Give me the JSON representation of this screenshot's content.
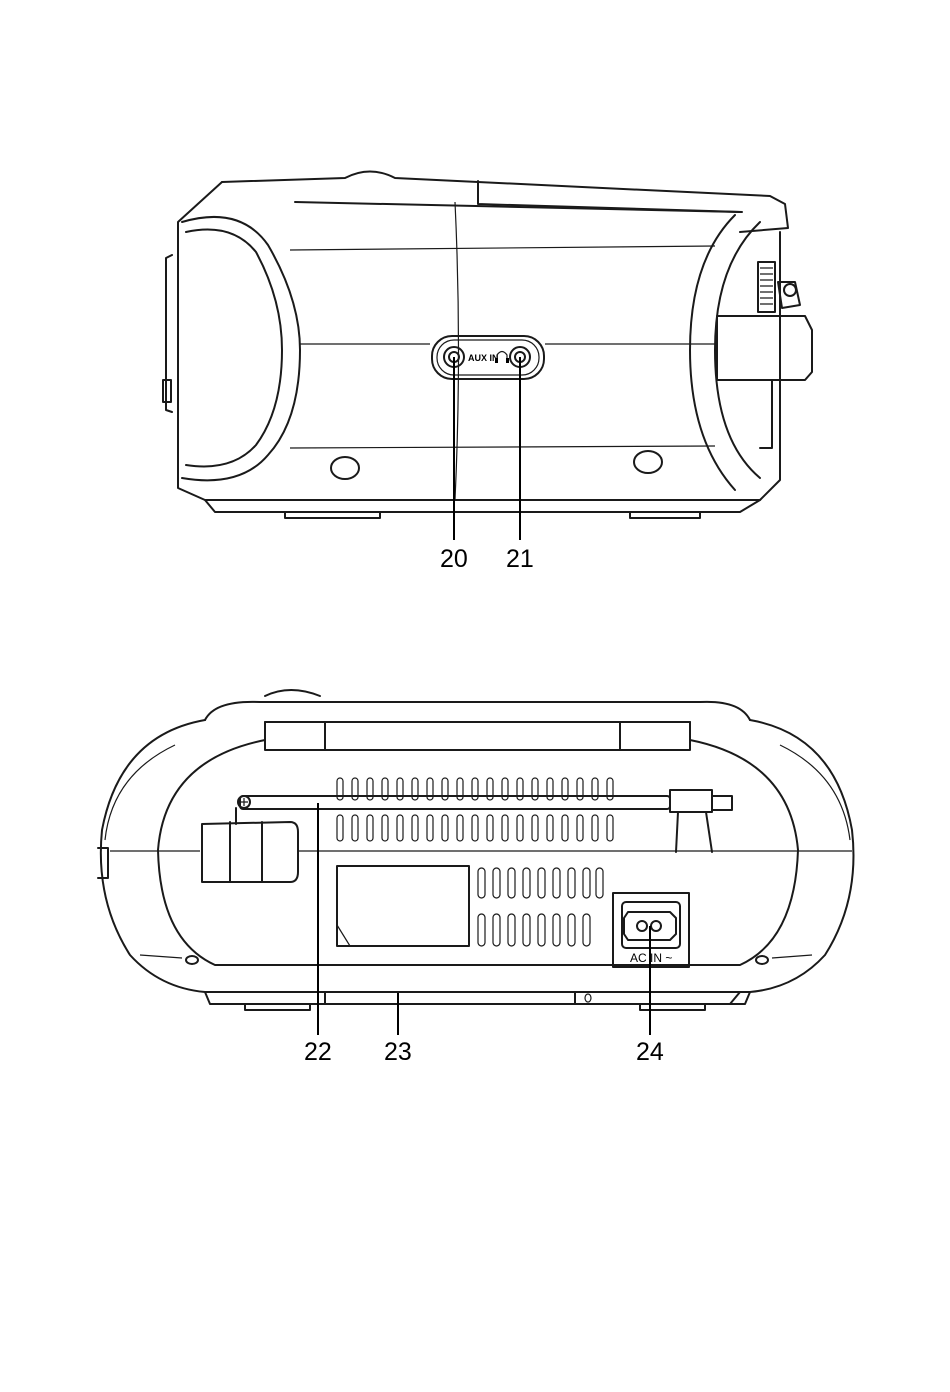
{
  "side_view": {
    "jack_labels": {
      "aux_in": "AUX IN",
      "headphone_symbol": "🎧"
    },
    "callouts": [
      {
        "number": "20"
      },
      {
        "number": "21"
      }
    ]
  },
  "rear_view": {
    "power_socket_label": "AC IN ~",
    "callouts": [
      {
        "number": "22"
      },
      {
        "number": "23"
      },
      {
        "number": "24"
      }
    ]
  }
}
